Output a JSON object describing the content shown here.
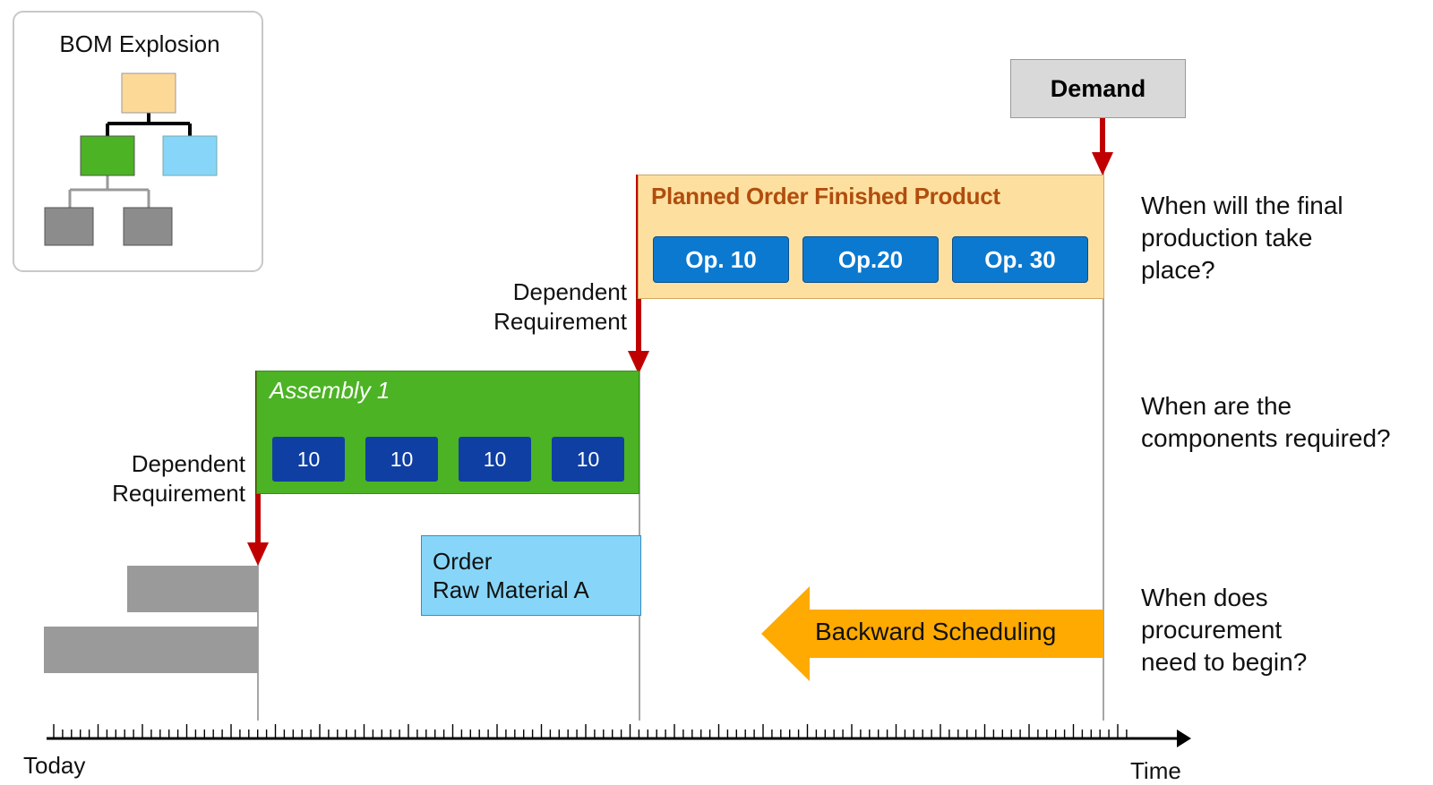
{
  "bom_panel": {
    "title": "BOM Explosion"
  },
  "demand": {
    "label": "Demand"
  },
  "planned_order": {
    "title": "Planned Order Finished Product",
    "operations": [
      "Op. 10",
      "Op.20",
      "Op. 30"
    ]
  },
  "assembly": {
    "title": "Assembly 1",
    "operations": [
      "10",
      "10",
      "10",
      "10"
    ]
  },
  "dependent_requirement_upper": {
    "line1": "Dependent",
    "line2": "Requirement"
  },
  "dependent_requirement_lower": {
    "line1": "Dependent",
    "line2": "Requirement"
  },
  "raw_order": {
    "line1": "Order",
    "line2": "Raw Material A"
  },
  "backward_scheduling": {
    "label": "Backward Scheduling"
  },
  "questions": [
    {
      "lines": [
        "When will the final",
        "production take",
        "place?"
      ]
    },
    {
      "lines": [
        "When are the",
        "components required?"
      ]
    },
    {
      "lines": [
        "When does",
        "procurement",
        "need to begin?"
      ]
    }
  ],
  "axis": {
    "start_label": "Today",
    "end_label": "Time"
  },
  "colors": {
    "bom_root": "#fdd998",
    "bom_green": "#4cb324",
    "bom_blue": "#87d6f9",
    "bom_grey": "#8c8c8c",
    "arrow_red": "#c00000",
    "arrow_orange": "#ffaa00"
  }
}
